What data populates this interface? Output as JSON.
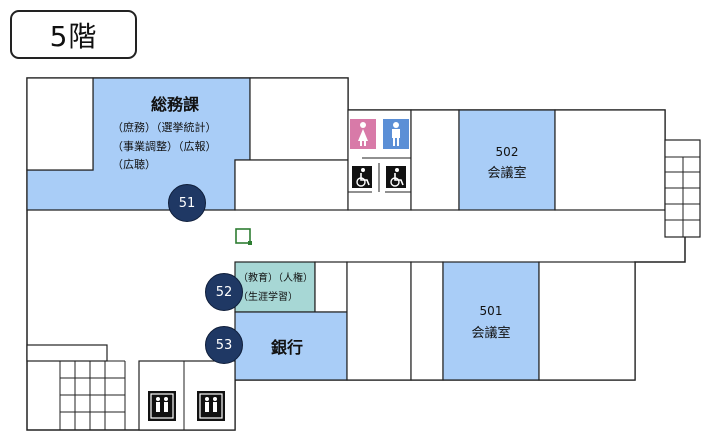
{
  "floor": {
    "label": "5階"
  },
  "rooms": {
    "general_affairs": {
      "name": "総務課",
      "line1": "（庶務）（選挙統計）",
      "line2": "（事業調整）（広報）",
      "line3": "（広聴）",
      "number": "51"
    },
    "education": {
      "line1": "（教育）（人権）",
      "line2": "（生涯学習）",
      "number": "52"
    },
    "bank": {
      "name": "銀行",
      "number": "53"
    },
    "meeting_502": {
      "number": "502",
      "name": "会議室"
    },
    "meeting_501": {
      "number": "501",
      "name": "会議室"
    }
  },
  "colors": {
    "office": "#a9cdf7",
    "education": "#a7d7d5",
    "badge": "#1f3864",
    "wall": "#222222"
  },
  "icons": [
    "female-restroom-icon",
    "male-restroom-icon",
    "accessible-restroom-icon",
    "elevator-icon",
    "here-marker-icon"
  ]
}
